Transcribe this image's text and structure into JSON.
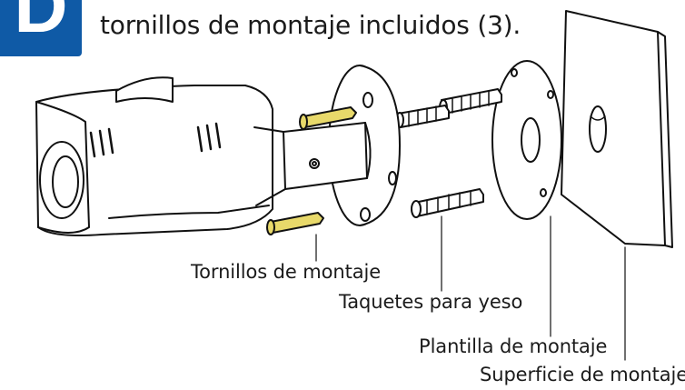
{
  "step": {
    "letter": "D",
    "badge_color": "#0f5aa6"
  },
  "instruction": {
    "text": "tornillos de montaje incluidos (3)."
  },
  "diagram": {
    "line_color": "#111111",
    "screw_color": "#e8d96a",
    "parts": [
      "camera",
      "mounting-base",
      "screws",
      "drywall-anchors",
      "mounting-template",
      "mounting-surface"
    ]
  },
  "callouts": {
    "screws": "Tornillos de montaje",
    "anchors": "Taquetes para yeso",
    "template": "Plantilla de montaje",
    "surface": "Superficie de montaje"
  }
}
